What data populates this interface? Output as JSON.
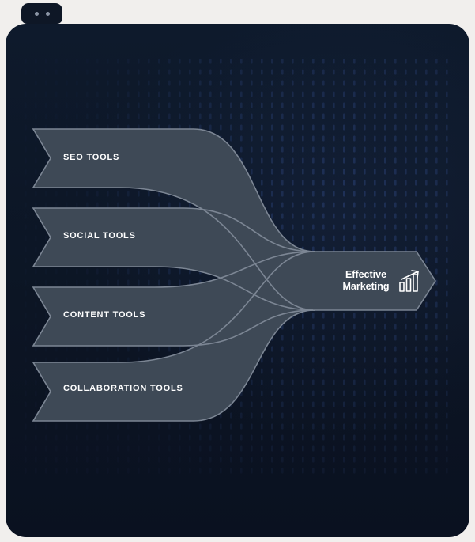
{
  "window": {
    "tab": {
      "control_dots": [
        "window-dot",
        "window-dot"
      ]
    }
  },
  "diagram": {
    "bands": [
      {
        "label": "SEO TOOLS"
      },
      {
        "label": "SOCIAL TOOLS"
      },
      {
        "label": "CONTENT TOOLS"
      },
      {
        "label": "COLLABORATION TOOLS"
      }
    ],
    "result": {
      "line1": "Effective",
      "line2": "Marketing",
      "icon": "growth-chart-icon"
    },
    "colors": {
      "page_background": "#f1efed",
      "panel_background": "#0c1524",
      "band_fill": "#3e4956",
      "band_outline": "#7c8694",
      "dash_pattern": "#1f3158",
      "label_text": "#ffffff"
    }
  }
}
